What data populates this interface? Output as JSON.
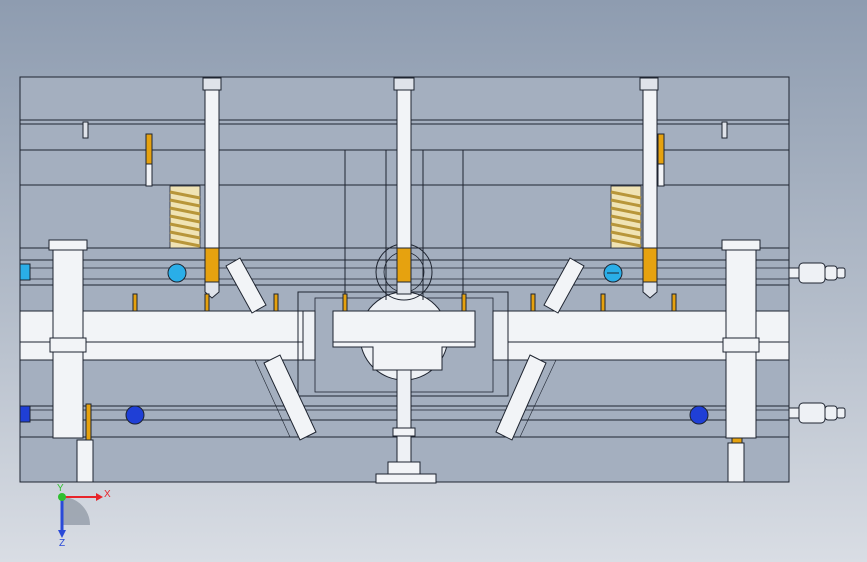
{
  "colors": {
    "background_top": "#8e9cb0",
    "background_bottom": "#d9dde4",
    "plate_fill": "#a4afbf",
    "line": "#1e2430",
    "part_white": "#f2f4f7",
    "pin_light": "#dfe3ea",
    "pin_gold": "#e6a20f",
    "spring_gold": "#d9bf6a",
    "fitting_cyan": "#2aaee8",
    "fitting_blue": "#1f3fd6",
    "axis_x": "#e8242a",
    "axis_y": "#2fbf2f",
    "axis_z": "#2a4ad8"
  },
  "icons": {
    "triad": "coordinate-triad-icon",
    "fitting": "water-fitting-icon",
    "spring": "coil-spring-icon"
  },
  "axes": {
    "x_label": "X",
    "y_label": "Y",
    "z_label": "Z"
  }
}
